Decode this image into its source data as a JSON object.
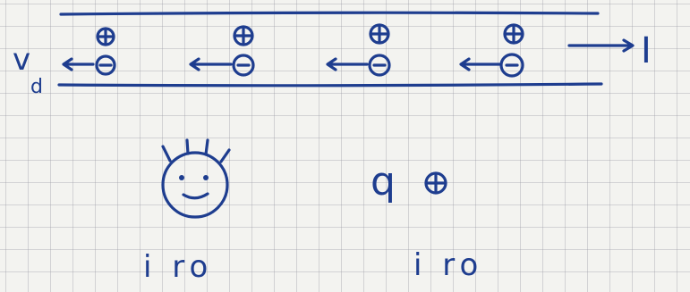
{
  "diagram": {
    "current_label": "I",
    "drift_velocity_label": "v",
    "drift_velocity_subscript": "d",
    "charge_symbol": "q",
    "caption_left": "i ro",
    "caption_right": "i ro"
  },
  "ink_color": "#1e3d8f"
}
